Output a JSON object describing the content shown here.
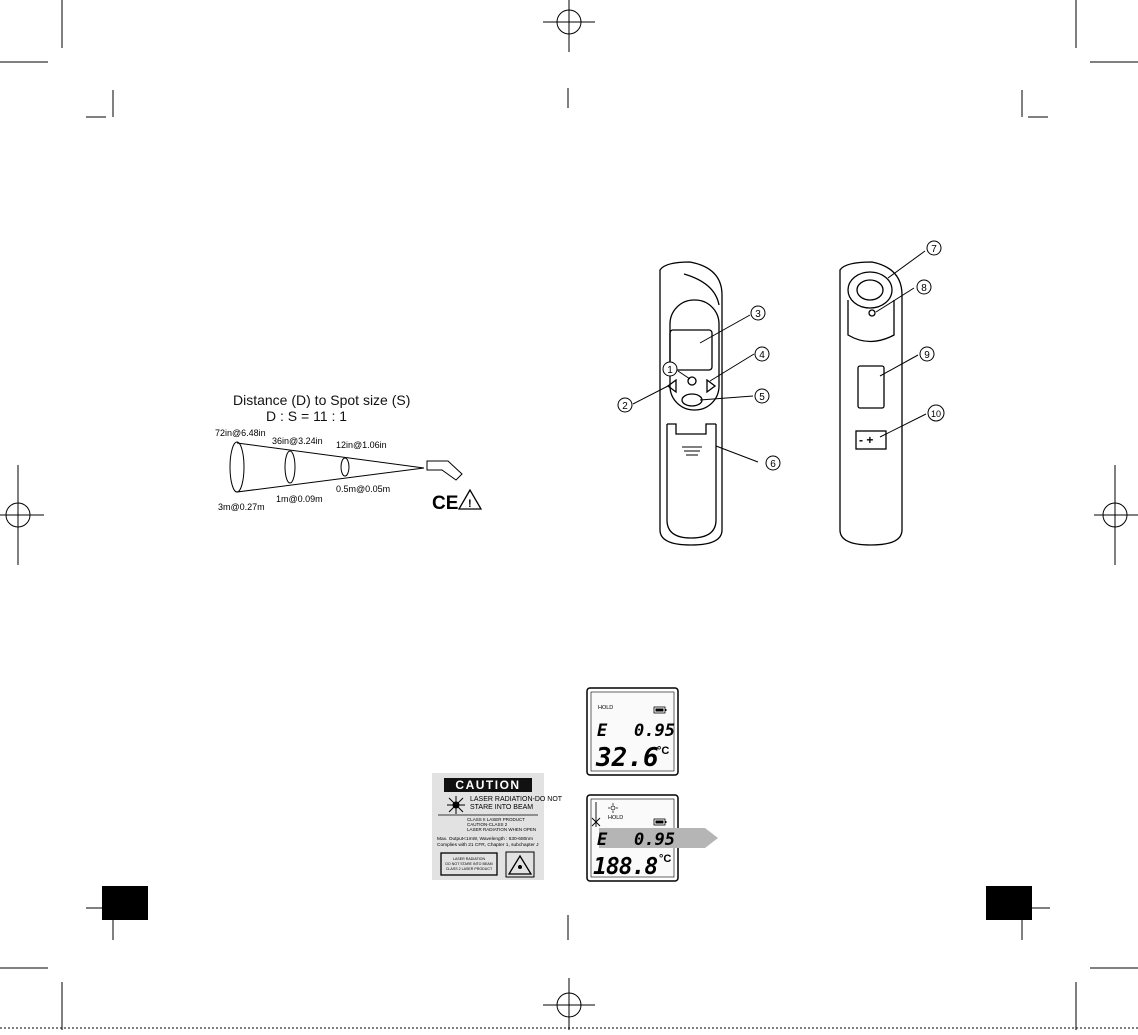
{
  "diagram": {
    "title": "Distance (D) to Spot size (S)",
    "ratio": "D : S = 11 : 1",
    "top_labels": [
      "72in@6.48in",
      "36in@3.24in",
      "12in@1.06in"
    ],
    "bottom_labels": [
      "3m@0.27m",
      "1m@0.09m",
      "0.5m@0.05m"
    ],
    "ce_mark": "CE",
    "warning_mark": "!"
  },
  "callouts": [
    "1",
    "2",
    "3",
    "4",
    "5",
    "6",
    "7",
    "8",
    "9",
    "10"
  ],
  "battery_symbol": "- +",
  "caution_label": {
    "heading": "CAUTION",
    "line1": "LASER RADIATION-DO NOT",
    "line2": "STARE INTO BEAM",
    "small1": "CLASS II LASER PRODUCT",
    "small2": "CAUTION-CLASS 2",
    "small3": "LASER RADIATION WHEN OPEN",
    "spec1": "Max. Output<1mW, Wavelength : 630-680nm",
    "spec2": "Complies with 21 CFR, Chapter 1, subchapter J",
    "box_line1": "LASER RADIATION",
    "box_line2": "DO NOT STARE INTO BEAM",
    "box_line3": "CLASS 2 LASER PRODUCT"
  },
  "lcd_top": {
    "hold": "HOLD",
    "e": "E",
    "emissivity": "0.95",
    "temp": "32.6",
    "unit": "°C"
  },
  "lcd_bottom": {
    "hold": "HOLD",
    "e": "E",
    "emissivity": "0.95",
    "temp": "188.8",
    "unit": "°C"
  }
}
